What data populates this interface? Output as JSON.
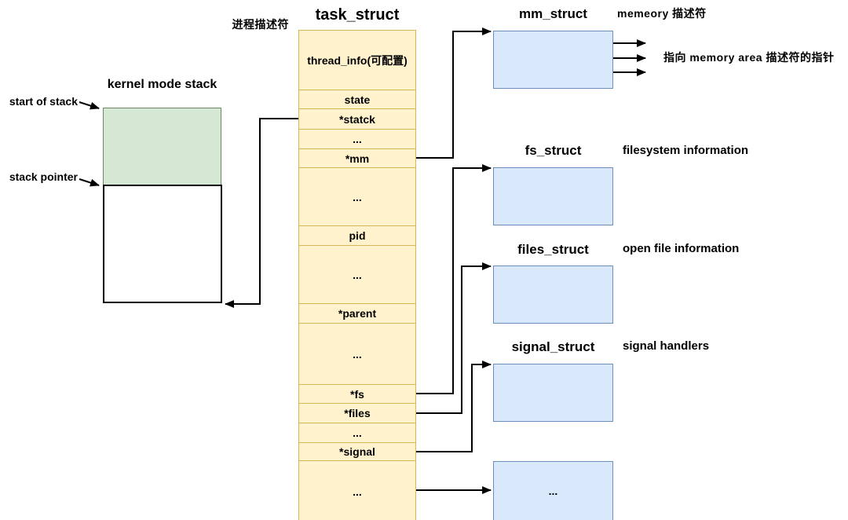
{
  "task_struct": {
    "title": "task_struct",
    "annotation": "进程描述符",
    "rows": [
      {
        "label": "thread_info(可配置)"
      },
      {
        "label": "state"
      },
      {
        "label": "*statck"
      },
      {
        "label": "..."
      },
      {
        "label": "*mm"
      },
      {
        "label": "..."
      },
      {
        "label": "pid"
      },
      {
        "label": "..."
      },
      {
        "label": "*parent"
      },
      {
        "label": "..."
      },
      {
        "label": "*fs"
      },
      {
        "label": "*files"
      },
      {
        "label": "..."
      },
      {
        "label": "*signal"
      },
      {
        "label": "..."
      }
    ]
  },
  "kernel_stack": {
    "title": "kernel mode stack",
    "start_label": "start of stack",
    "pointer_label": "stack pointer"
  },
  "structs": [
    {
      "title": "mm_struct",
      "annotation": "memeory 描述符",
      "content": ""
    },
    {
      "title": "fs_struct",
      "annotation": "filesystem information",
      "content": ""
    },
    {
      "title": "files_struct",
      "annotation": "open file information",
      "content": ""
    },
    {
      "title": "signal_struct",
      "annotation": "signal handlers",
      "content": ""
    },
    {
      "title": "",
      "annotation": "",
      "content": "..."
    }
  ],
  "notes": {
    "mm_pointer": "指向 memory area 描述符的指针"
  },
  "colors": {
    "table_fill": "#FFF2CC",
    "table_border": "#D6B656",
    "struct_fill": "#DAE8FC",
    "struct_border": "#6C8EBF",
    "stack_used_fill": "#D5E8D4",
    "line": "#000000"
  }
}
